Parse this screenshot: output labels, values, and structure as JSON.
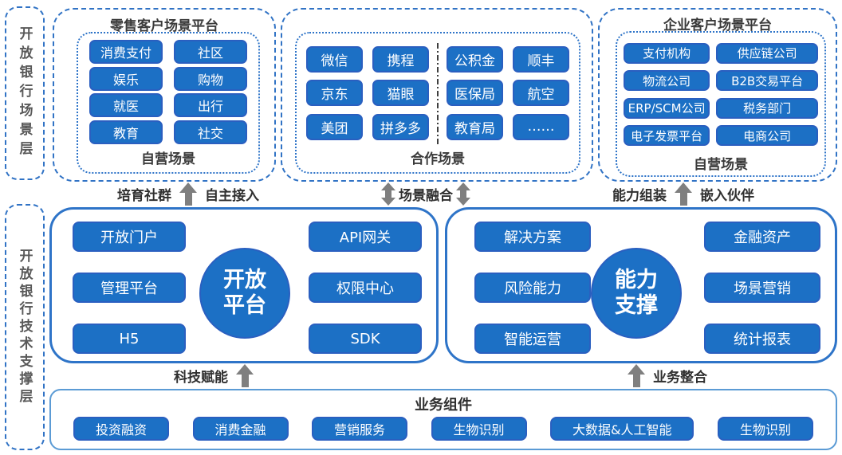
{
  "left_rail": {
    "scenario_label": "开放银行场景层",
    "tech_label": "开放银行技术支撑层"
  },
  "scenario_layer": {
    "retail": {
      "title": "零售客户场景平台",
      "items": [
        "消费支付",
        "社区",
        "娱乐",
        "购物",
        "就医",
        "出行",
        "教育",
        "社交"
      ],
      "footer": "自营场景"
    },
    "cooperation": {
      "left_items": [
        "微信",
        "携程",
        "京东",
        "猫眼",
        "美团",
        "拼多多"
      ],
      "right_items": [
        "公积金",
        "顺丰",
        "医保局",
        "航空",
        "教育局",
        "……"
      ],
      "footer": "合作场景"
    },
    "enterprise": {
      "title": "企业客户场景平台",
      "items": [
        "支付机构",
        "供应链公司",
        "物流公司",
        "B2B交易平台",
        "ERP/SCM公司",
        "税务部门",
        "电子发票平台",
        "电商公司"
      ],
      "footer": "自营场景"
    }
  },
  "connectors": {
    "cultivate": "培育社群",
    "self_access": "自主接入",
    "scene_fusion": "场景融合",
    "capability_assembly": "能力组装",
    "embed_partner": "嵌入伙伴",
    "tech_enable": "科技赋能",
    "business_integrate": "业务整合"
  },
  "tech_layer": {
    "open_platform": {
      "circle_line1": "开放",
      "circle_line2": "平台",
      "left_items": [
        "开放门户",
        "管理平台",
        "H5"
      ],
      "right_items": [
        "API网关",
        "权限中心",
        "SDK"
      ]
    },
    "capability": {
      "circle_line1": "能力",
      "circle_line2": "支撑",
      "left_items": [
        "解决方案",
        "风险能力",
        "智能运营"
      ],
      "right_items": [
        "金融资产",
        "场景营销",
        "统计报表"
      ]
    }
  },
  "components": {
    "title": "业务组件",
    "items": [
      "投资融资",
      "消费金融",
      "营销服务",
      "生物识别",
      "大数据&人工智能",
      "生物识别"
    ]
  },
  "colors": {
    "pill_blue": "#1c70c5",
    "border_blue": "#2e74c8",
    "arrow_gray": "#7f7f7f"
  }
}
